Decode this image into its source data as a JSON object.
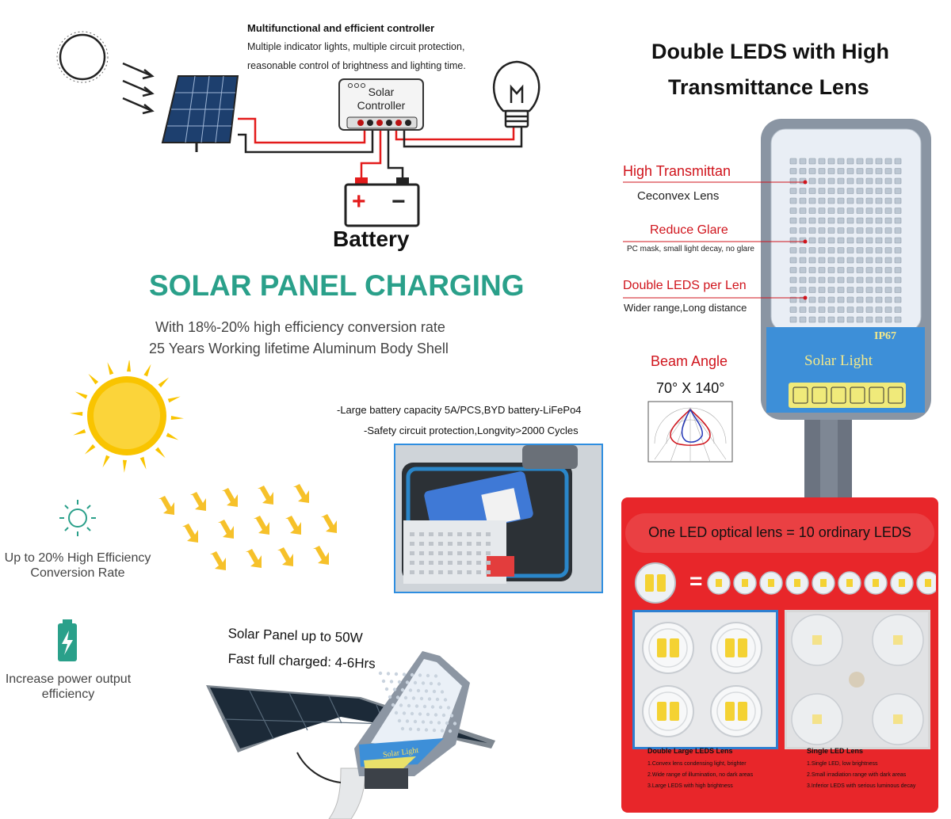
{
  "colors": {
    "teal": "#2aa08a",
    "red_panel": "#e8262a",
    "wire_red": "#e31b1b",
    "dark_text": "#111111",
    "gray_text": "#444444",
    "lamp_gray": "#8a95a3",
    "lamp_blue": "#3d8fd8",
    "sun_yellow": "#f9c400",
    "label_red": "#d0141c"
  },
  "controller_section": {
    "title": "Multifunctional and efficient controller",
    "desc_line1": "Multiple indicator lights, multiple circuit protection,",
    "desc_line2": "reasonable control of brightness and lighting time.",
    "controller_label_1": "Solar",
    "controller_label_2": "Controller",
    "battery_label": "Battery",
    "battery_plus": "+",
    "battery_minus": "−",
    "icons": [
      "sun-outline-icon",
      "solar-panel-icon",
      "light-bulb-icon",
      "battery-icon"
    ]
  },
  "charging_section": {
    "heading": "SOLAR PANEL CHARGING",
    "line1": "With 18%-20% high efficiency conversion rate",
    "line2": "25 Years Working lifetime Aluminum Body Shell"
  },
  "features": {
    "efficiency_line1": "Up to 20% High Efficiency",
    "efficiency_line2": "Conversion Rate",
    "power_line1": "Increase power output",
    "power_line2": "efficiency"
  },
  "battery_info": {
    "line1": "-Large battery capacity 5A/PCS,BYD battery-LiFePo4",
    "line2": "-Safety circuit protection,Longvity>2000 Cycles"
  },
  "solar_panel_info": {
    "line1": "Solar Panel up to 50W",
    "line2": "Fast full charged: 4-6Hrs",
    "lamp_text": "Solar Light"
  },
  "leds_section": {
    "heading_line1": "Double LEDS with High",
    "heading_line2": "Transmittance Lens",
    "label1_title": "High Transmittan",
    "label1_sub": "Ceconvex Lens",
    "label2_title": "Reduce Glare",
    "label2_sub": "PC mask, small light decay, no glare",
    "label3_title": "Double LEDS per Len",
    "label3_sub": "Wider range,Long distance",
    "beam_title": "Beam Angle",
    "beam_value": "70° X 140°",
    "ip_rating": "IP67",
    "lamp_text": "Solar Light"
  },
  "lens_comparison": {
    "headline": "One LED optical lens = 10 ordinary LEDS",
    "equals": "=",
    "double_title": "Double Large LEDS Lens",
    "double_items": [
      "1.Convex lens condensing light, brighter",
      "2.Wide range of illumination, no dark areas",
      "3.Large LEDS  with high brightness"
    ],
    "single_title": "Single LED Lens",
    "single_items": [
      "1.Single LED, low brightness",
      "2.Small irradiation range with dark areas",
      "3.Inferior LEDS with serious luminous decay"
    ]
  }
}
